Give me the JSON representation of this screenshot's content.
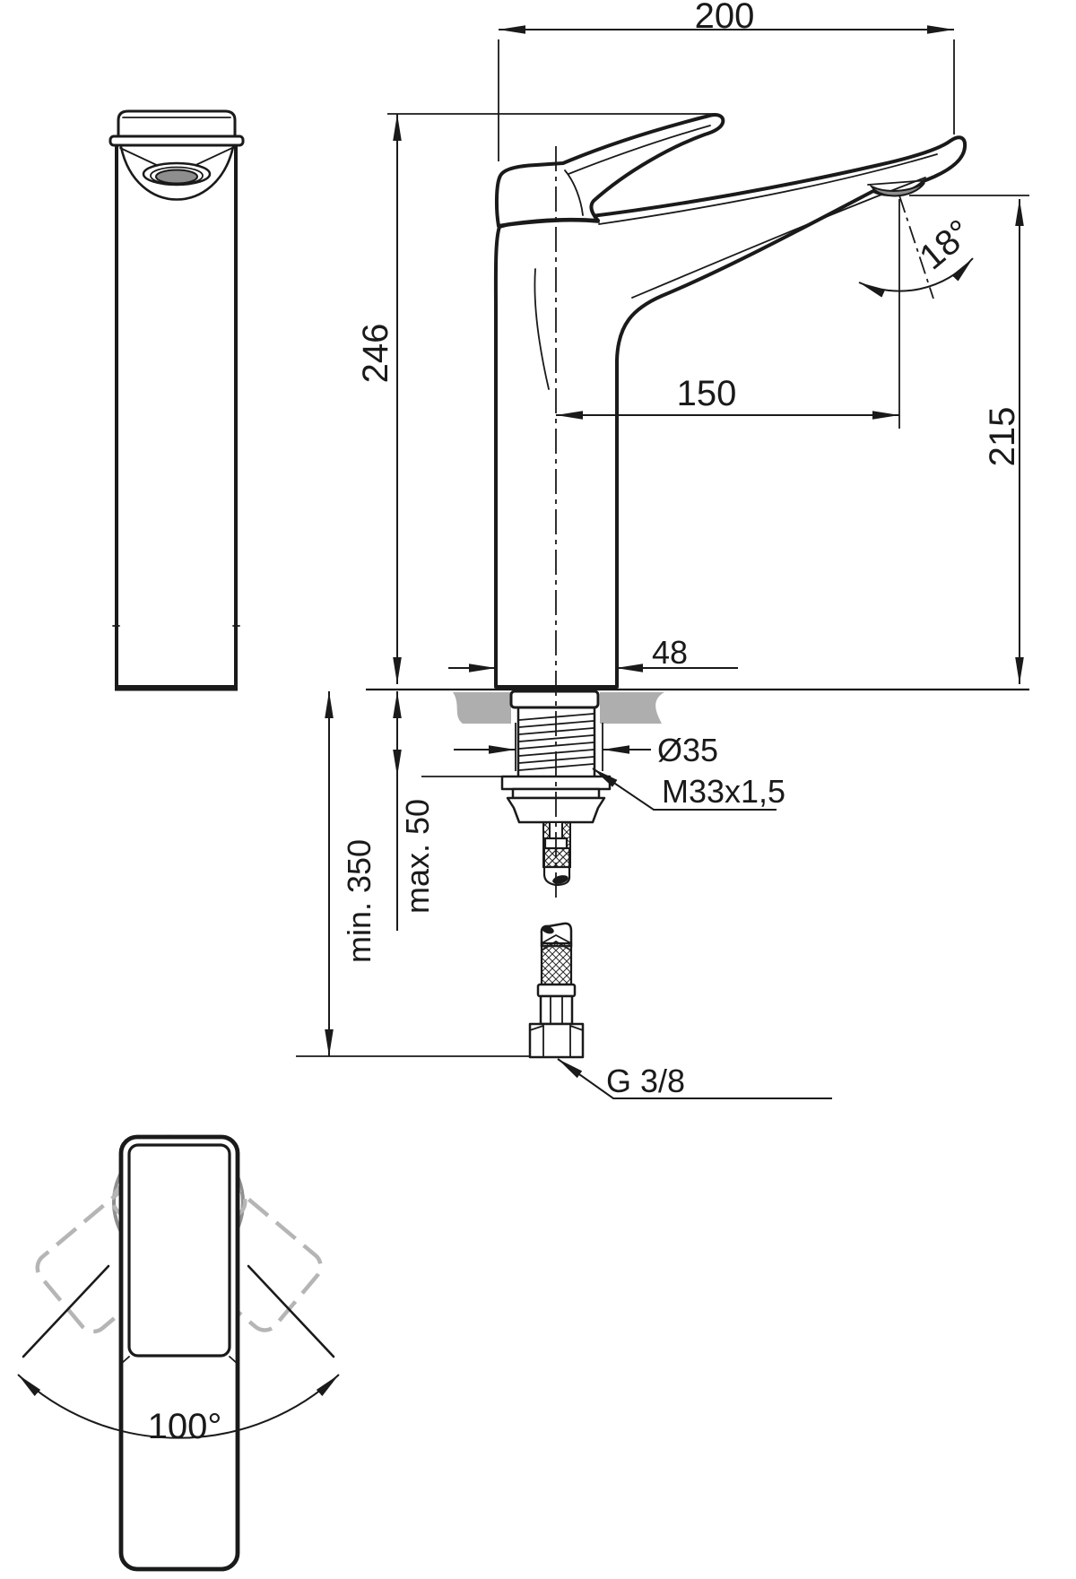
{
  "drawing": {
    "type": "technical dimension drawing",
    "subject": "single-lever high vessel basin mixer tap",
    "colors": {
      "line": "#1a1a1a",
      "deck_gray": "#aeaeae",
      "aerator_gray": "#8e8e8e",
      "ghost_gray": "#b5b5b5",
      "background": "#ffffff"
    },
    "views": {
      "front": "front view",
      "side": "side view with installation section",
      "plan": "plan view showing handle swivel range"
    },
    "dimensions": {
      "overall_width": "200",
      "body_height": "246",
      "spout_reach": "150",
      "outlet_height": "215",
      "spout_angle": "18°",
      "base_width": "48",
      "hole_diameter": "Ø35",
      "shank_thread": "M33x1,5",
      "max_deck_thickness": "max. 50",
      "min_hose_length": "min. 350",
      "supply_connection": "G 3/8",
      "swivel_angle": "100°"
    }
  }
}
